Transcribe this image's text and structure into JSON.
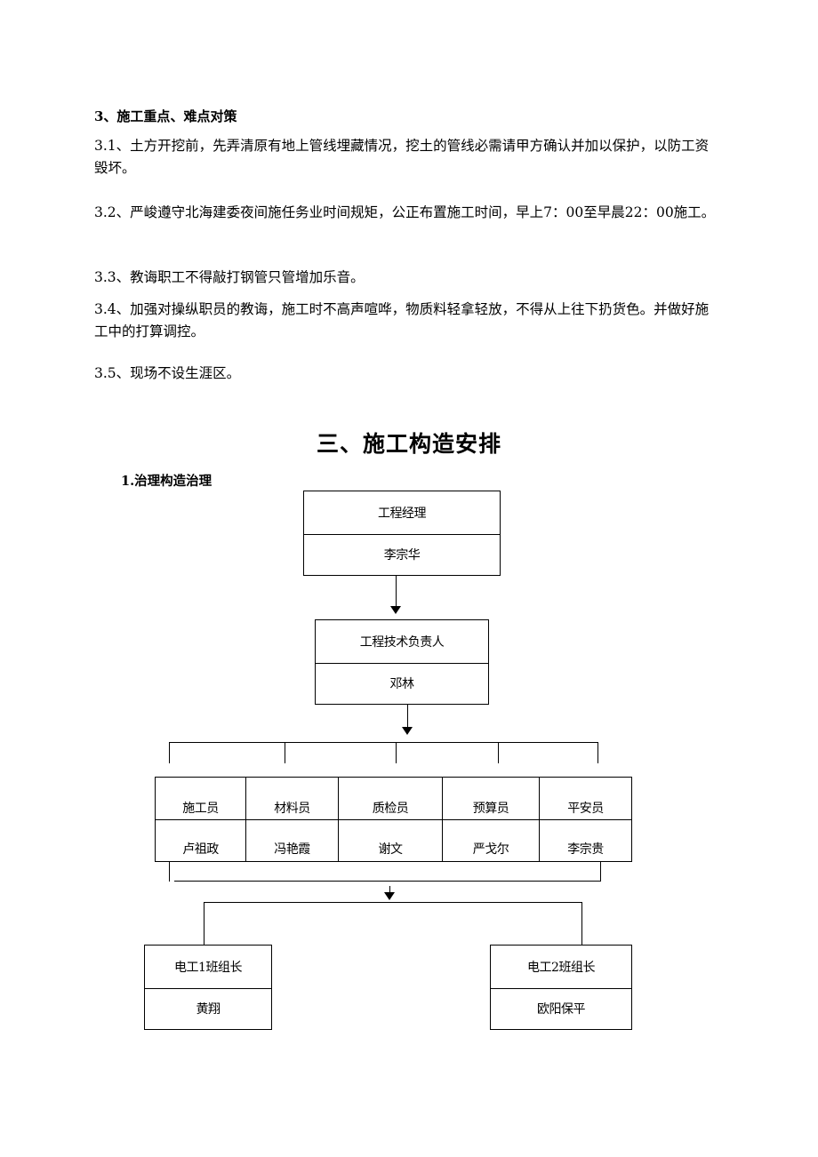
{
  "section": {
    "heading": "3、施工重点、难点对策",
    "paragraphs": [
      "3.1、土方开挖前，先弄清原有地上管线埋藏情况，挖土的管线必需请甲方确认并加以保护，以防工资毁坏。",
      "3.2、严峻遵守北海建委夜间施任务业时间规矩，公正布置施工时间，早上7：00至早晨22：00施工。",
      "3.3、教诲职工不得敲打钢管只管增加乐音。",
      "3.4、加强对操纵职员的教诲，施工时不高声喧哗，物质料轻拿轻放，不得从上往下扔货色。并做好施工中的打算调控。",
      "3.5、现场不设生涯区。"
    ]
  },
  "chapter_title": "三、施工构造安排",
  "org_chart": {
    "heading": "1.治理构造治理",
    "manager": {
      "role": "工程经理",
      "name": "李宗华"
    },
    "tech_lead": {
      "role": "工程技术负责人",
      "name": "邓林"
    },
    "staff": [
      {
        "role": "施工员",
        "name": "卢祖政"
      },
      {
        "role": "材料员",
        "name": "冯艳霞"
      },
      {
        "role": "质检员",
        "name": "谢文"
      },
      {
        "role": "预算员",
        "name": "严戈尔"
      },
      {
        "role": "平安员",
        "name": "李宗贵"
      }
    ],
    "team_leaders": [
      {
        "role": "电工1班组长",
        "name": "黄翔"
      },
      {
        "role": "电工2班组长",
        "name": "欧阳保平"
      }
    ]
  }
}
